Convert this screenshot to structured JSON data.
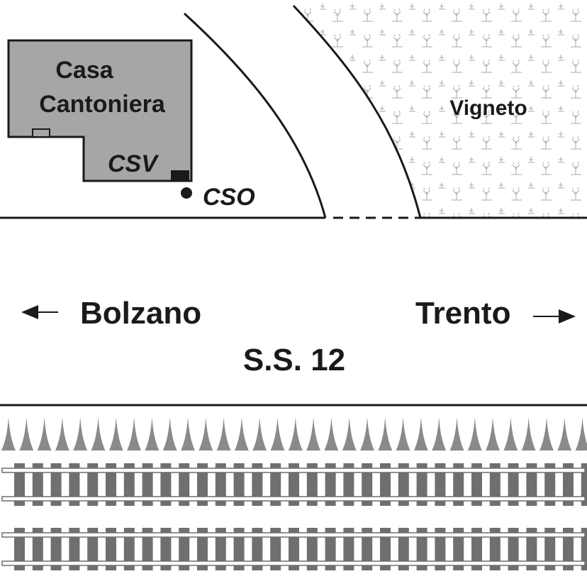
{
  "building": {
    "name_line1": "Casa",
    "name_line2": "Cantoniera",
    "fill": "#a6a6a6"
  },
  "markers": {
    "csv": "CSV",
    "cso": "CSO"
  },
  "vineyard": {
    "label": "Vigneto",
    "icon": "vine-plant-icon",
    "color": "#a9a9a9"
  },
  "road": {
    "name": "S.S. 12",
    "left_destination": "Bolzano",
    "right_destination": "Trento"
  },
  "railway": {
    "track_count": 2,
    "sleeper_color": "#6f6f6f",
    "embankment_color": "#8a8a8a"
  }
}
